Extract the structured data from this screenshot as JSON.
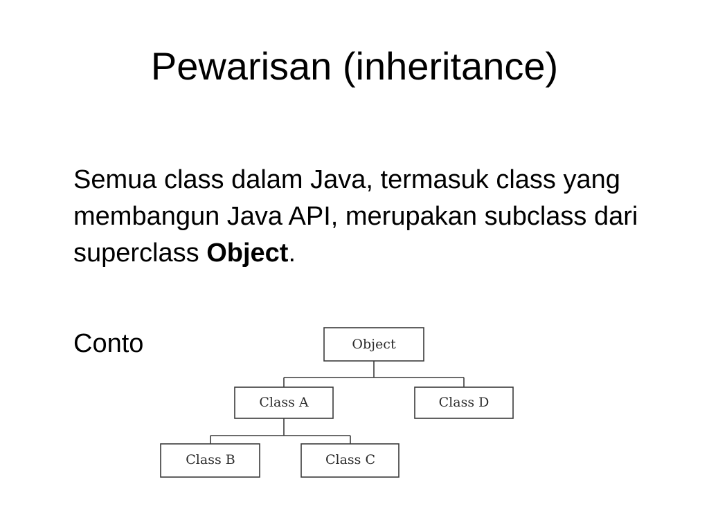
{
  "slide": {
    "title": "Pewarisan (inheritance)",
    "paragraph": {
      "text_before": "Semua class dalam Java, termasuk class yang membangun Java API, merupakan subclass dari superclass ",
      "emphasis": "Object",
      "text_after": "."
    },
    "example_label": "Conto"
  },
  "diagram": {
    "nodes": {
      "object": "Object",
      "class_a": "Class A",
      "class_d": "Class D",
      "class_b": "Class B",
      "class_c": "Class C"
    },
    "edges": [
      [
        "Object",
        "Class A"
      ],
      [
        "Object",
        "Class D"
      ],
      [
        "Class A",
        "Class B"
      ],
      [
        "Class A",
        "Class C"
      ]
    ]
  }
}
